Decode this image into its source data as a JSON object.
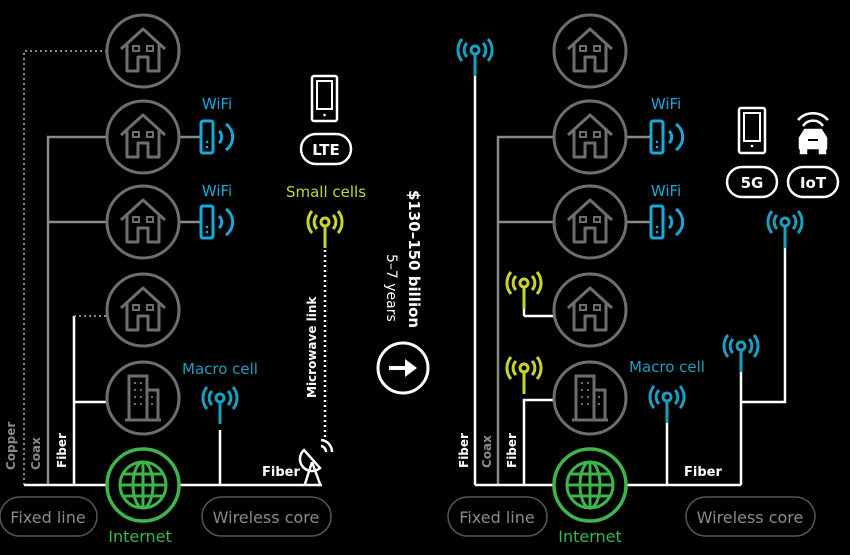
{
  "left": {
    "labels": {
      "copper": "Copper",
      "coax": "Coax",
      "fiber_vertical": "Fiber",
      "fiber_horizontal": "Fiber",
      "wifi_1": "WiFi",
      "wifi_2": "WiFi",
      "macro_cell": "Macro cell",
      "small_cells": "Small cells",
      "microwave_link": "Microwave link",
      "lte": "LTE",
      "fixed_line": "Fixed line",
      "wireless_core": "Wireless core",
      "internet": "Internet"
    }
  },
  "center": {
    "investment": "$130–150 billion",
    "timeframe": "5–7 years",
    "arrow_icon": "arrow-right-icon"
  },
  "right": {
    "labels": {
      "fiber_vertical_1": "Fiber",
      "coax": "Coax",
      "fiber_vertical_2": "Fiber",
      "fiber_horizontal": "Fiber",
      "wifi_1": "WiFi",
      "wifi_2": "WiFi",
      "macro_cell": "Macro cell",
      "five_g": "5G",
      "iot": "IoT",
      "fixed_line": "Fixed line",
      "wireless_core": "Wireless core",
      "internet": "Internet"
    }
  },
  "colors": {
    "background": "#000000",
    "gray": "#8a8a8a",
    "wifi_blue": "#1aa8d8",
    "macro_teal": "#1a9fc0",
    "small_cell_lime": "#c8d62b",
    "internet_green": "#3cb54a",
    "white": "#ffffff"
  }
}
